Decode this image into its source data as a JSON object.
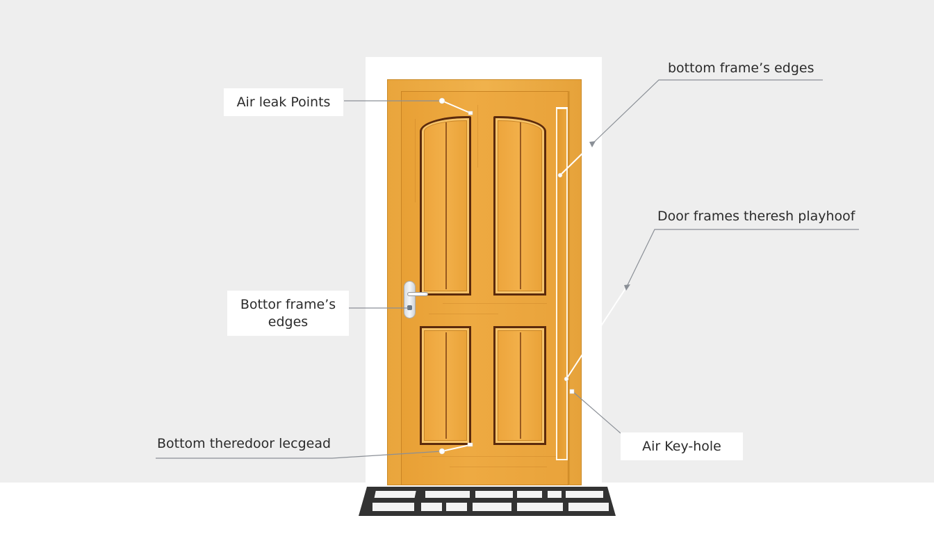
{
  "diagram": {
    "subject": "Wooden four-panel door with labeled air leak points",
    "colors": {
      "wall": "#eeeeee",
      "floor": "#ffffff",
      "door_wood": "#eba63d",
      "panel_outline": "#5b2a0c",
      "leader_line": "#8a8f96",
      "label_text": "#2b2b2b",
      "doormat": "#333333"
    }
  },
  "labels": [
    {
      "id": "air-leak-points",
      "text": "Air leak Points",
      "style": "boxed"
    },
    {
      "id": "bottom-frames-edges-top-right",
      "text": "bottom frame’s edges",
      "style": "underlined"
    },
    {
      "id": "door-frames-right",
      "text": "Door frames theresh playhoof",
      "style": "underlined"
    },
    {
      "id": "bottor-frames-edges-left",
      "text": "Bottor frame’s edges",
      "line1": "Bottor frame’s",
      "line2": "edges",
      "style": "boxed"
    },
    {
      "id": "bottom-theredoor",
      "text": "Bottom theredoor lecgead",
      "style": "underlined"
    },
    {
      "id": "air-keyhole",
      "text": "Air Key-hole",
      "style": "boxed"
    }
  ],
  "icons": {
    "door": "door-icon",
    "handle": "door-handle-icon",
    "keyhole": "keyhole-icon",
    "doormat": "doormat-icon",
    "pointer": "arrow-pointer-icon"
  }
}
